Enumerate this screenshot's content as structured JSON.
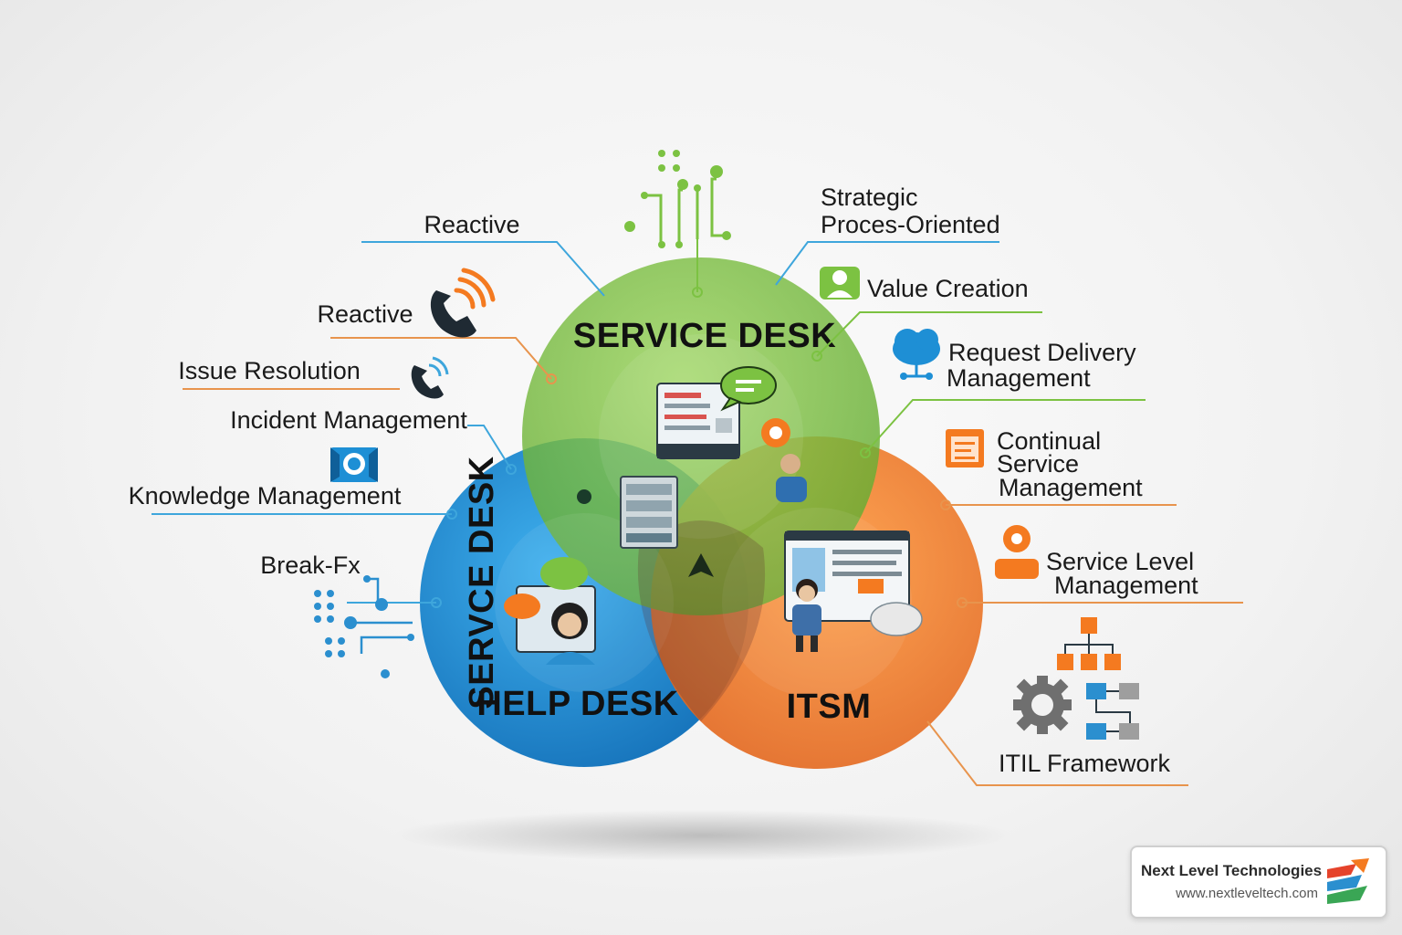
{
  "circles": {
    "service_desk": {
      "title": "SERVICE DESK",
      "color": "#7cc242"
    },
    "help_desk": {
      "title": "HELP DESK",
      "side_title": "SERVCE DESK",
      "color": "#1e8fd5"
    },
    "itsm": {
      "title": "ITSM",
      "color": "#f47a20"
    }
  },
  "labels": {
    "top_reactive": "Reactive",
    "strategic": "Strategic",
    "process_oriented": "Proces-Oriented",
    "value_creation": "Value Creation",
    "request_delivery": "Request Delivery",
    "request_delivery_2": "Management",
    "continual_1": "Continual",
    "continual_2": "Service",
    "continual_3": "Management",
    "service_level_1": "Service Level",
    "service_level_2": "Management",
    "itil": "ITIL Framework",
    "reactive": "Reactive",
    "issue_resolution": "Issue Resolution",
    "incident_management": "Incident Management",
    "knowledge_management": "Knowledge Management",
    "break_fix": "Break-Fx"
  },
  "icons": {
    "circuit_top": "circuit-icon",
    "phone_large": "phone-icon",
    "phone_small": "phone-icon",
    "knowledge": "knowledge-icon",
    "value_creation": "user-badge-icon",
    "cloud": "cloud-network-icon",
    "clipboard": "clipboard-icon",
    "service_level": "gear-user-icon",
    "org_chart": "org-chart-icon",
    "gear": "gear-icon"
  },
  "badge": {
    "name": "Next Level Technologies",
    "url": "www.nextleveltech.com"
  }
}
